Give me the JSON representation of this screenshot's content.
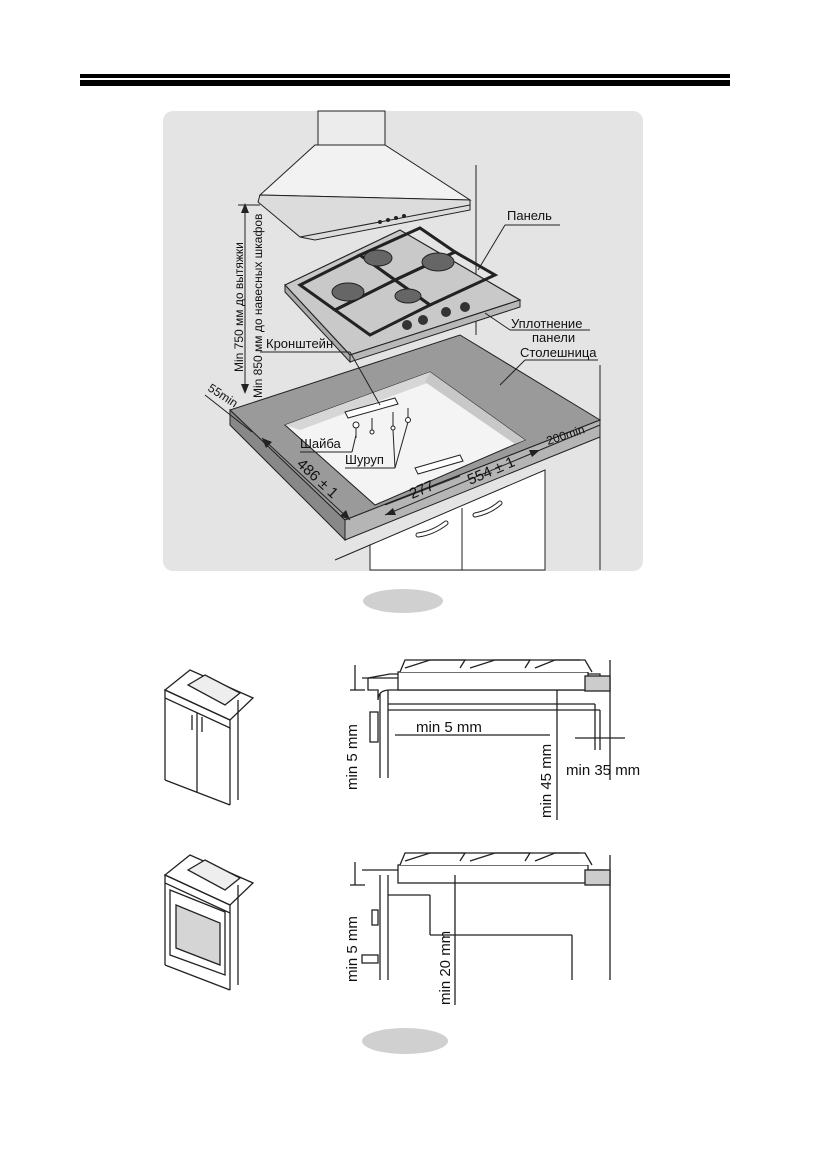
{
  "figure1": {
    "labels": {
      "panel": "Панель",
      "seal_line1": "Уплотнение",
      "seal_line2": "панели",
      "countertop": "Столешница",
      "bracket": "Кронштейн",
      "washer": "Шайба",
      "screw": "Шуруп",
      "hood_clearance": "Min 750 мм до вытяжки",
      "cabinet_clearance": "Min 850 мм до навесных шкафов",
      "dim_55": "55min",
      "dim_200": "200min",
      "dim_486": "486 ± 1",
      "dim_554": "554 ± 1",
      "dim_277": "277"
    }
  },
  "figure2": {
    "labels": {
      "min5_vertical": "min 5 mm",
      "min5_horizontal": "min 5 mm",
      "min45": "min 45 mm",
      "min35": "min 35 mm"
    }
  },
  "figure3": {
    "labels": {
      "min5_vertical": "min 5 mm",
      "min20": "min 20 mm"
    }
  },
  "colors": {
    "panel_bg": "#e4e4e4",
    "countertop": "#9a9a9a",
    "hob_glass": "#c9c9c9",
    "header_rule": "#000000"
  }
}
